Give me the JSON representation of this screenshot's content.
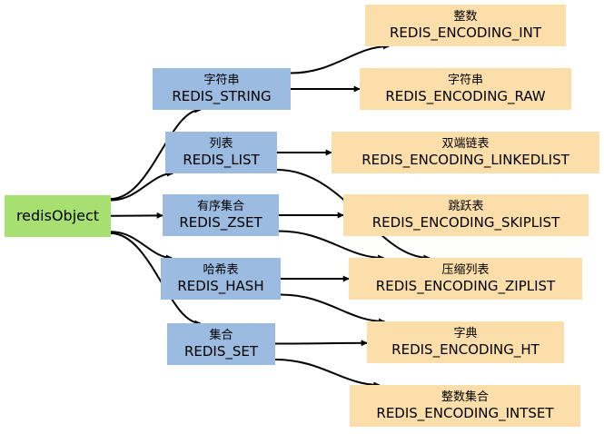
{
  "root": {
    "label": "redisObject",
    "color": "#a7e070"
  },
  "types": [
    {
      "id": "string",
      "zh": "字符串",
      "en": "REDIS_STRING"
    },
    {
      "id": "list",
      "zh": "列表",
      "en": "REDIS_LIST"
    },
    {
      "id": "zset",
      "zh": "有序集合",
      "en": "REDIS_ZSET"
    },
    {
      "id": "hash",
      "zh": "哈希表",
      "en": "REDIS_HASH"
    },
    {
      "id": "set",
      "zh": "集合",
      "en": "REDIS_SET"
    }
  ],
  "encodings": [
    {
      "id": "int",
      "zh": "整数",
      "en": "REDIS_ENCODING_INT"
    },
    {
      "id": "raw",
      "zh": "字符串",
      "en": "REDIS_ENCODING_RAW"
    },
    {
      "id": "linkedlist",
      "zh": "双端链表",
      "en": "REDIS_ENCODING_LINKEDLIST"
    },
    {
      "id": "skiplist",
      "zh": "跳跃表",
      "en": "REDIS_ENCODING_SKIPLIST"
    },
    {
      "id": "ziplist",
      "zh": "压缩列表",
      "en": "REDIS_ENCODING_ZIPLIST"
    },
    {
      "id": "ht",
      "zh": "字典",
      "en": "REDIS_ENCODING_HT"
    },
    {
      "id": "intset",
      "zh": "整数集合",
      "en": "REDIS_ENCODING_INTSET"
    }
  ],
  "edges": [
    [
      "root",
      "string"
    ],
    [
      "root",
      "list"
    ],
    [
      "root",
      "zset"
    ],
    [
      "root",
      "hash"
    ],
    [
      "root",
      "set"
    ],
    [
      "string",
      "int"
    ],
    [
      "string",
      "raw"
    ],
    [
      "list",
      "linkedlist"
    ],
    [
      "list",
      "ziplist"
    ],
    [
      "zset",
      "skiplist"
    ],
    [
      "zset",
      "ziplist"
    ],
    [
      "hash",
      "ziplist"
    ],
    [
      "hash",
      "ht"
    ],
    [
      "set",
      "ht"
    ],
    [
      "set",
      "intset"
    ]
  ],
  "colors": {
    "root": "#a7e070",
    "type": "#9bbbe0",
    "encoding": "#fcdeaa",
    "edge": "#000000"
  }
}
